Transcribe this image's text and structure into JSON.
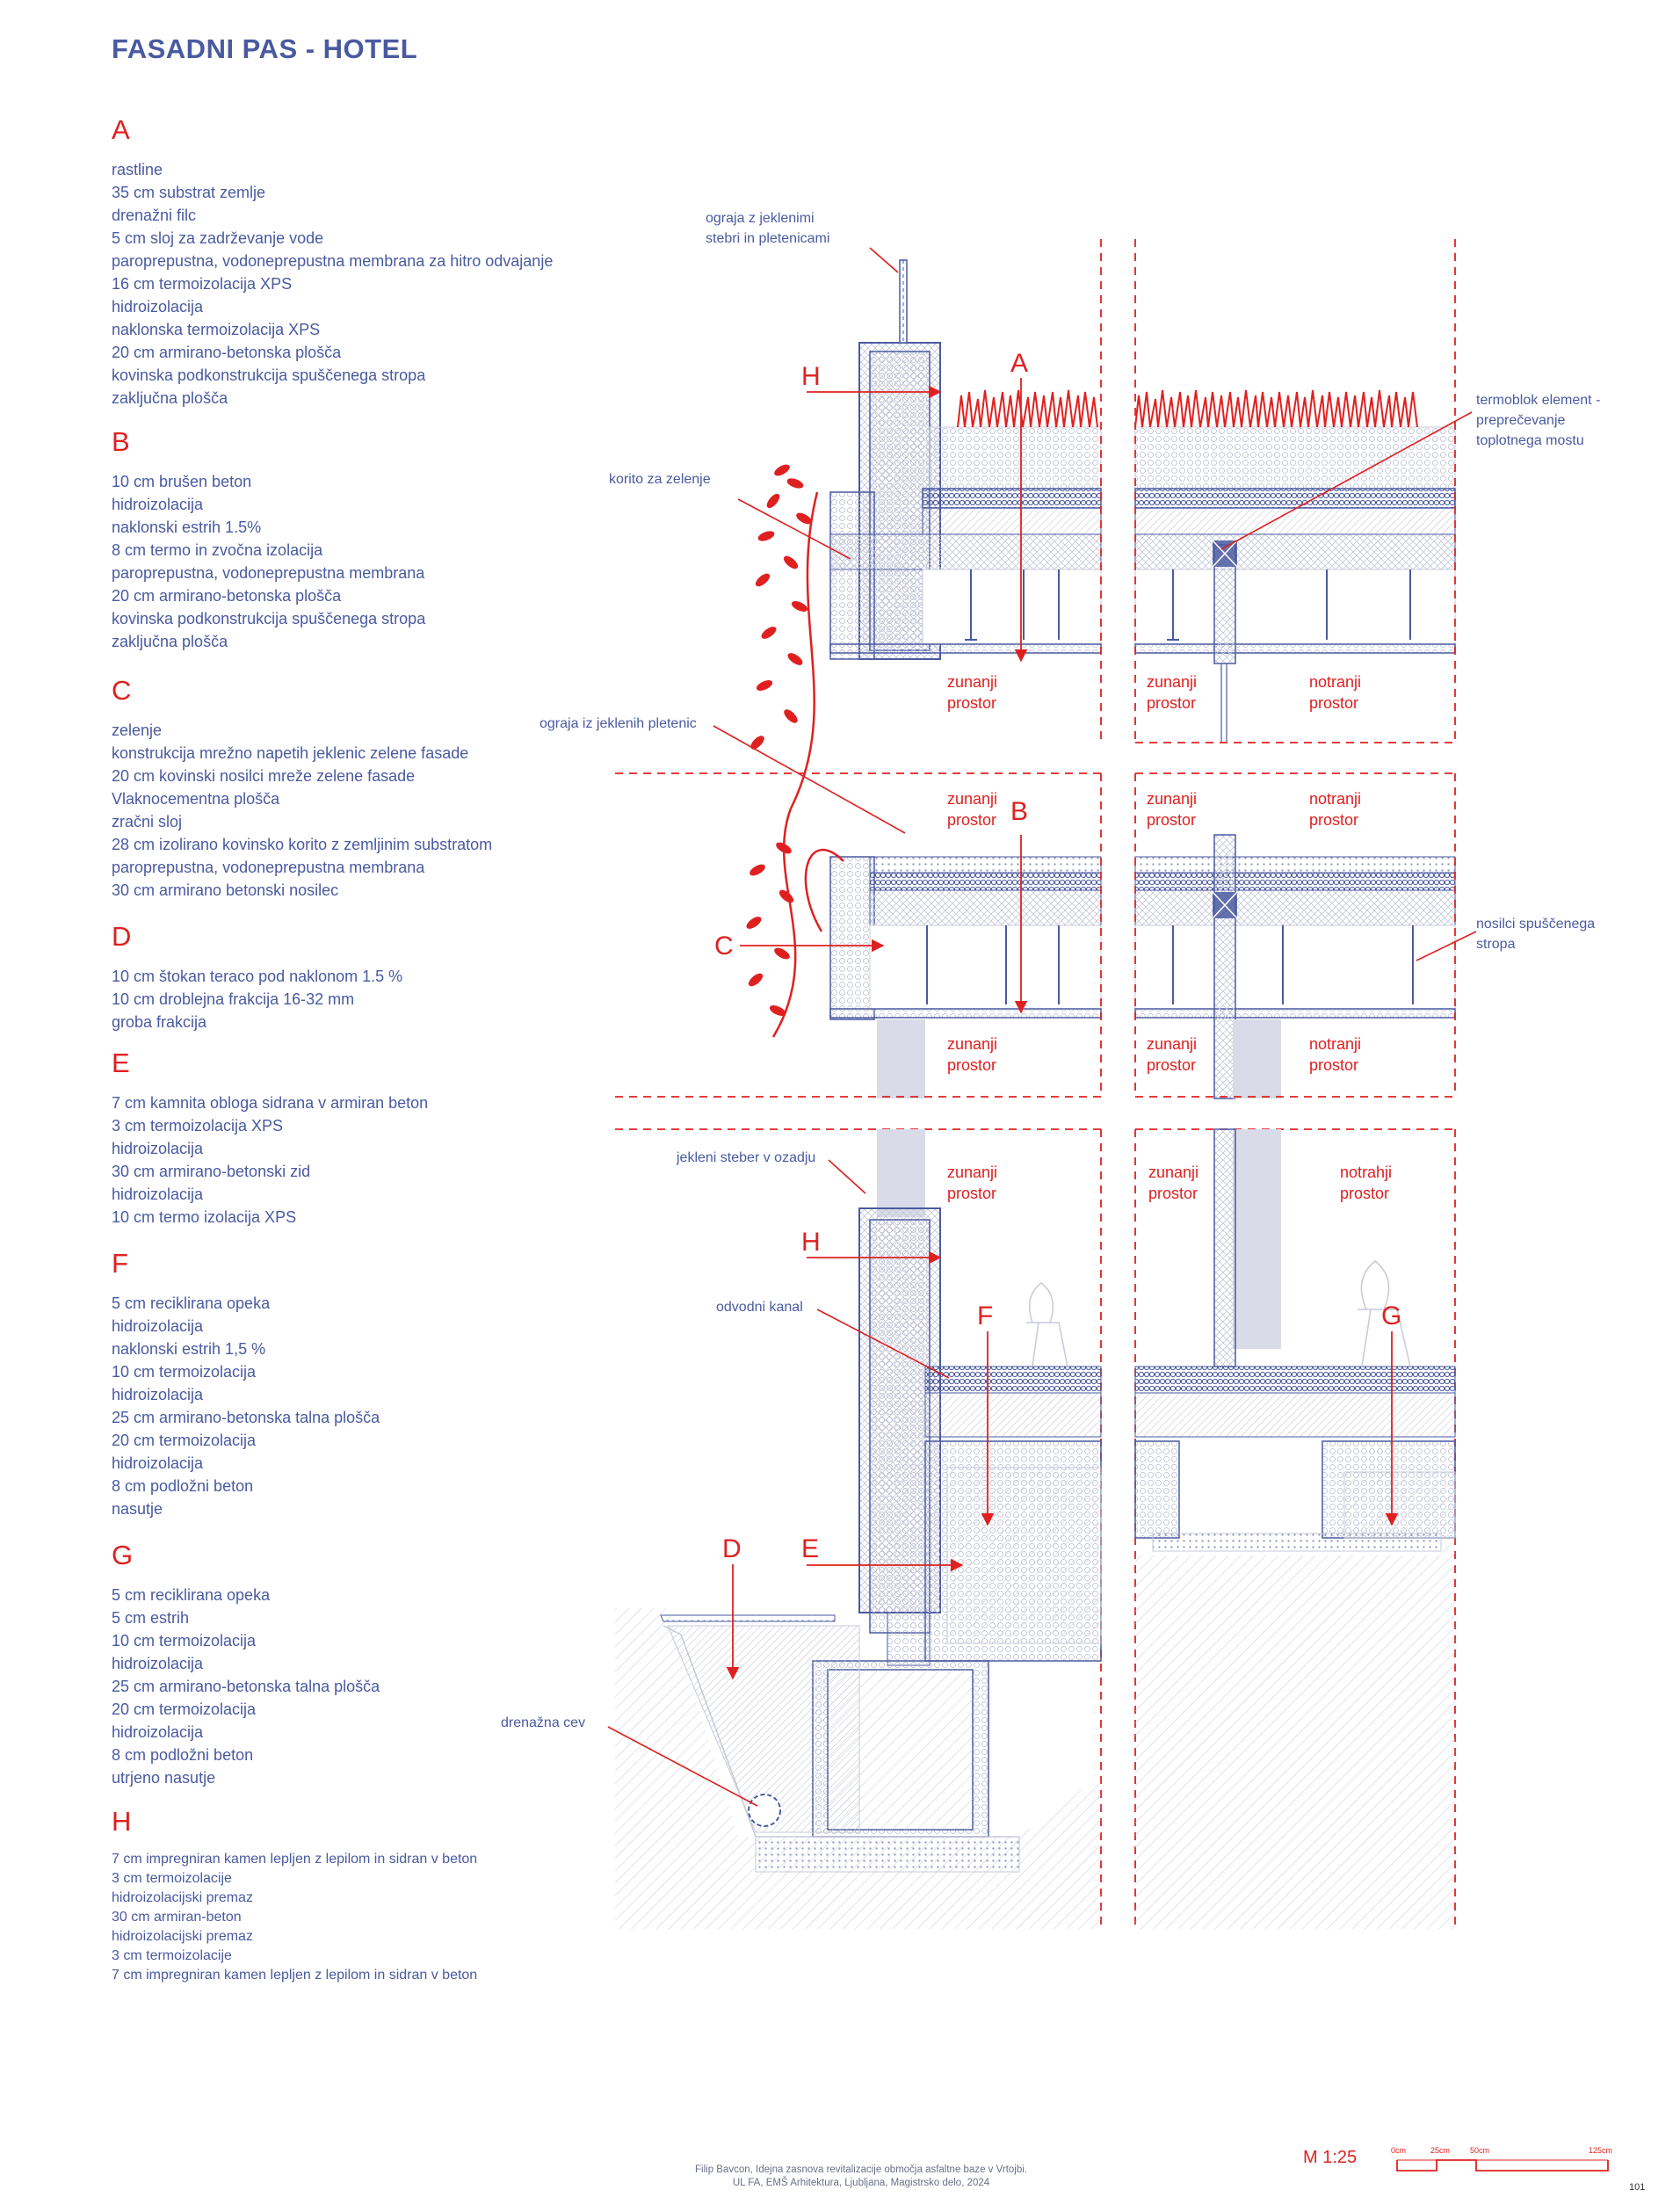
{
  "title": "FASADNI PAS - HOTEL",
  "sections": [
    {
      "letter": "A",
      "items": [
        "rastline",
        "35 cm substrat zemlje",
        "drenažni filc",
        "5 cm sloj za zadrževanje vode",
        "paroprepustna, vodoneprepustna membrana za hitro odvajanje",
        "16 cm termoizolacija XPS",
        "hidroizolacija",
        "naklonska termoizolacija XPS",
        "20 cm armirano-betonska plošča",
        "kovinska podkonstrukcija spuščenega stropa",
        "zaključna plošča"
      ]
    },
    {
      "letter": "B",
      "items": [
        "10 cm brušen beton",
        "hidroizolacija",
        "naklonski estrih 1.5%",
        "8 cm termo in zvočna izolacija",
        "paroprepustna, vodoneprepustna membrana",
        "20 cm armirano-betonska plošča",
        "kovinska podkonstrukcija spuščenega stropa",
        "zaključna plošča"
      ]
    },
    {
      "letter": "C",
      "items": [
        "zelenje",
        "konstrukcija mrežno napetih jeklenic zelene fasade",
        "20 cm kovinski nosilci mreže zelene fasade",
        "Vlaknocementna plošča",
        "zračni sloj",
        "28 cm izolirano kovinsko korito z zemljinim substratom",
        "paroprepustna, vodoneprepustna membrana",
        "30 cm armirano betonski nosilec"
      ]
    },
    {
      "letter": "D",
      "items": [
        "10 cm štokan teraco pod naklonom 1.5 %",
        "10 cm droblejna frakcija 16-32 mm",
        "groba frakcija"
      ]
    },
    {
      "letter": "E",
      "items": [
        "7 cm kamnita obloga sidrana v armiran beton",
        "3 cm termoizolacija XPS",
        "hidroizolacija",
        "30 cm armirano-betonski zid",
        "hidroizolacija",
        "10 cm termo izolacija XPS"
      ]
    },
    {
      "letter": "F",
      "items": [
        "5 cm reciklirana opeka",
        "hidroizolacija",
        "naklonski estrih 1,5 %",
        "10 cm termoizolacija",
        "hidroizolacija",
        "25 cm armirano-betonska talna plošča",
        "20 cm termoizolacija",
        "hidroizolacija",
        "8 cm podložni beton",
        "nasutje"
      ]
    },
    {
      "letter": "G",
      "items": [
        "5 cm reciklirana opeka",
        "5 cm estrih",
        "10 cm termoizolacija",
        "hidroizolacija",
        "25 cm armirano-betonska talna plošča",
        "20 cm termoizolacija",
        "hidroizolacija",
        "8 cm podložni beton",
        "utrjeno nasutje"
      ]
    },
    {
      "letter": "H",
      "items": [
        "7 cm impregniran kamen lepljen z lepilom in sidran v beton",
        "3 cm termoizolacije",
        "hidroizolacijski premaz",
        "30 cm armiran-beton",
        "hidroizolacijski premaz",
        "3 cm termoizolacije",
        "7 cm impregniran kamen lepljen z lepilom in sidran v beton"
      ]
    }
  ],
  "annotations": {
    "ograja_jeklenimi_1": "ograja z jeklenimi",
    "ograja_jeklenimi_2": "stebri in pletenicami",
    "korito": "korito za zelenje",
    "termoblok_1": "termoblok element -",
    "termoblok_2": "preprečevanje",
    "termoblok_3": "toplotnega mostu",
    "ograja_pletenic": "ograja iz jeklenih pletenic",
    "nosilci_1": "nosilci spuščenega",
    "nosilci_2": "stropa",
    "jekleni_steber": "jekleni steber v ozadju",
    "odvodni_kanal": "odvodni kanal",
    "drenazna_cev": "drenažna cev"
  },
  "space_labels": {
    "zunanji": "zunanji",
    "notranji": "notranji",
    "notranji_alt": "notrahji",
    "prostor": "prostor"
  },
  "letters": {
    "A": "A",
    "B": "B",
    "C": "C",
    "D": "D",
    "E": "E",
    "F": "F",
    "G": "G",
    "H": "H"
  },
  "footer": {
    "line1": "Filip Bavcon, Idejna zasnova revitalizacije območja asfaltne baze v Vrtojbi.",
    "line2": "UL FA, EMŠ Arhitektura, Ljubljana, Magistrsko delo, 2024"
  },
  "scale": {
    "label": "M 1:25",
    "ticks": [
      "0cm",
      "25cm",
      "50cm",
      "125cm"
    ]
  },
  "page_number": "101",
  "colors": {
    "blue": "#4a5aa0",
    "red": "#e02020",
    "hatch": "#c7cad8",
    "fill": "#d9dce8"
  }
}
